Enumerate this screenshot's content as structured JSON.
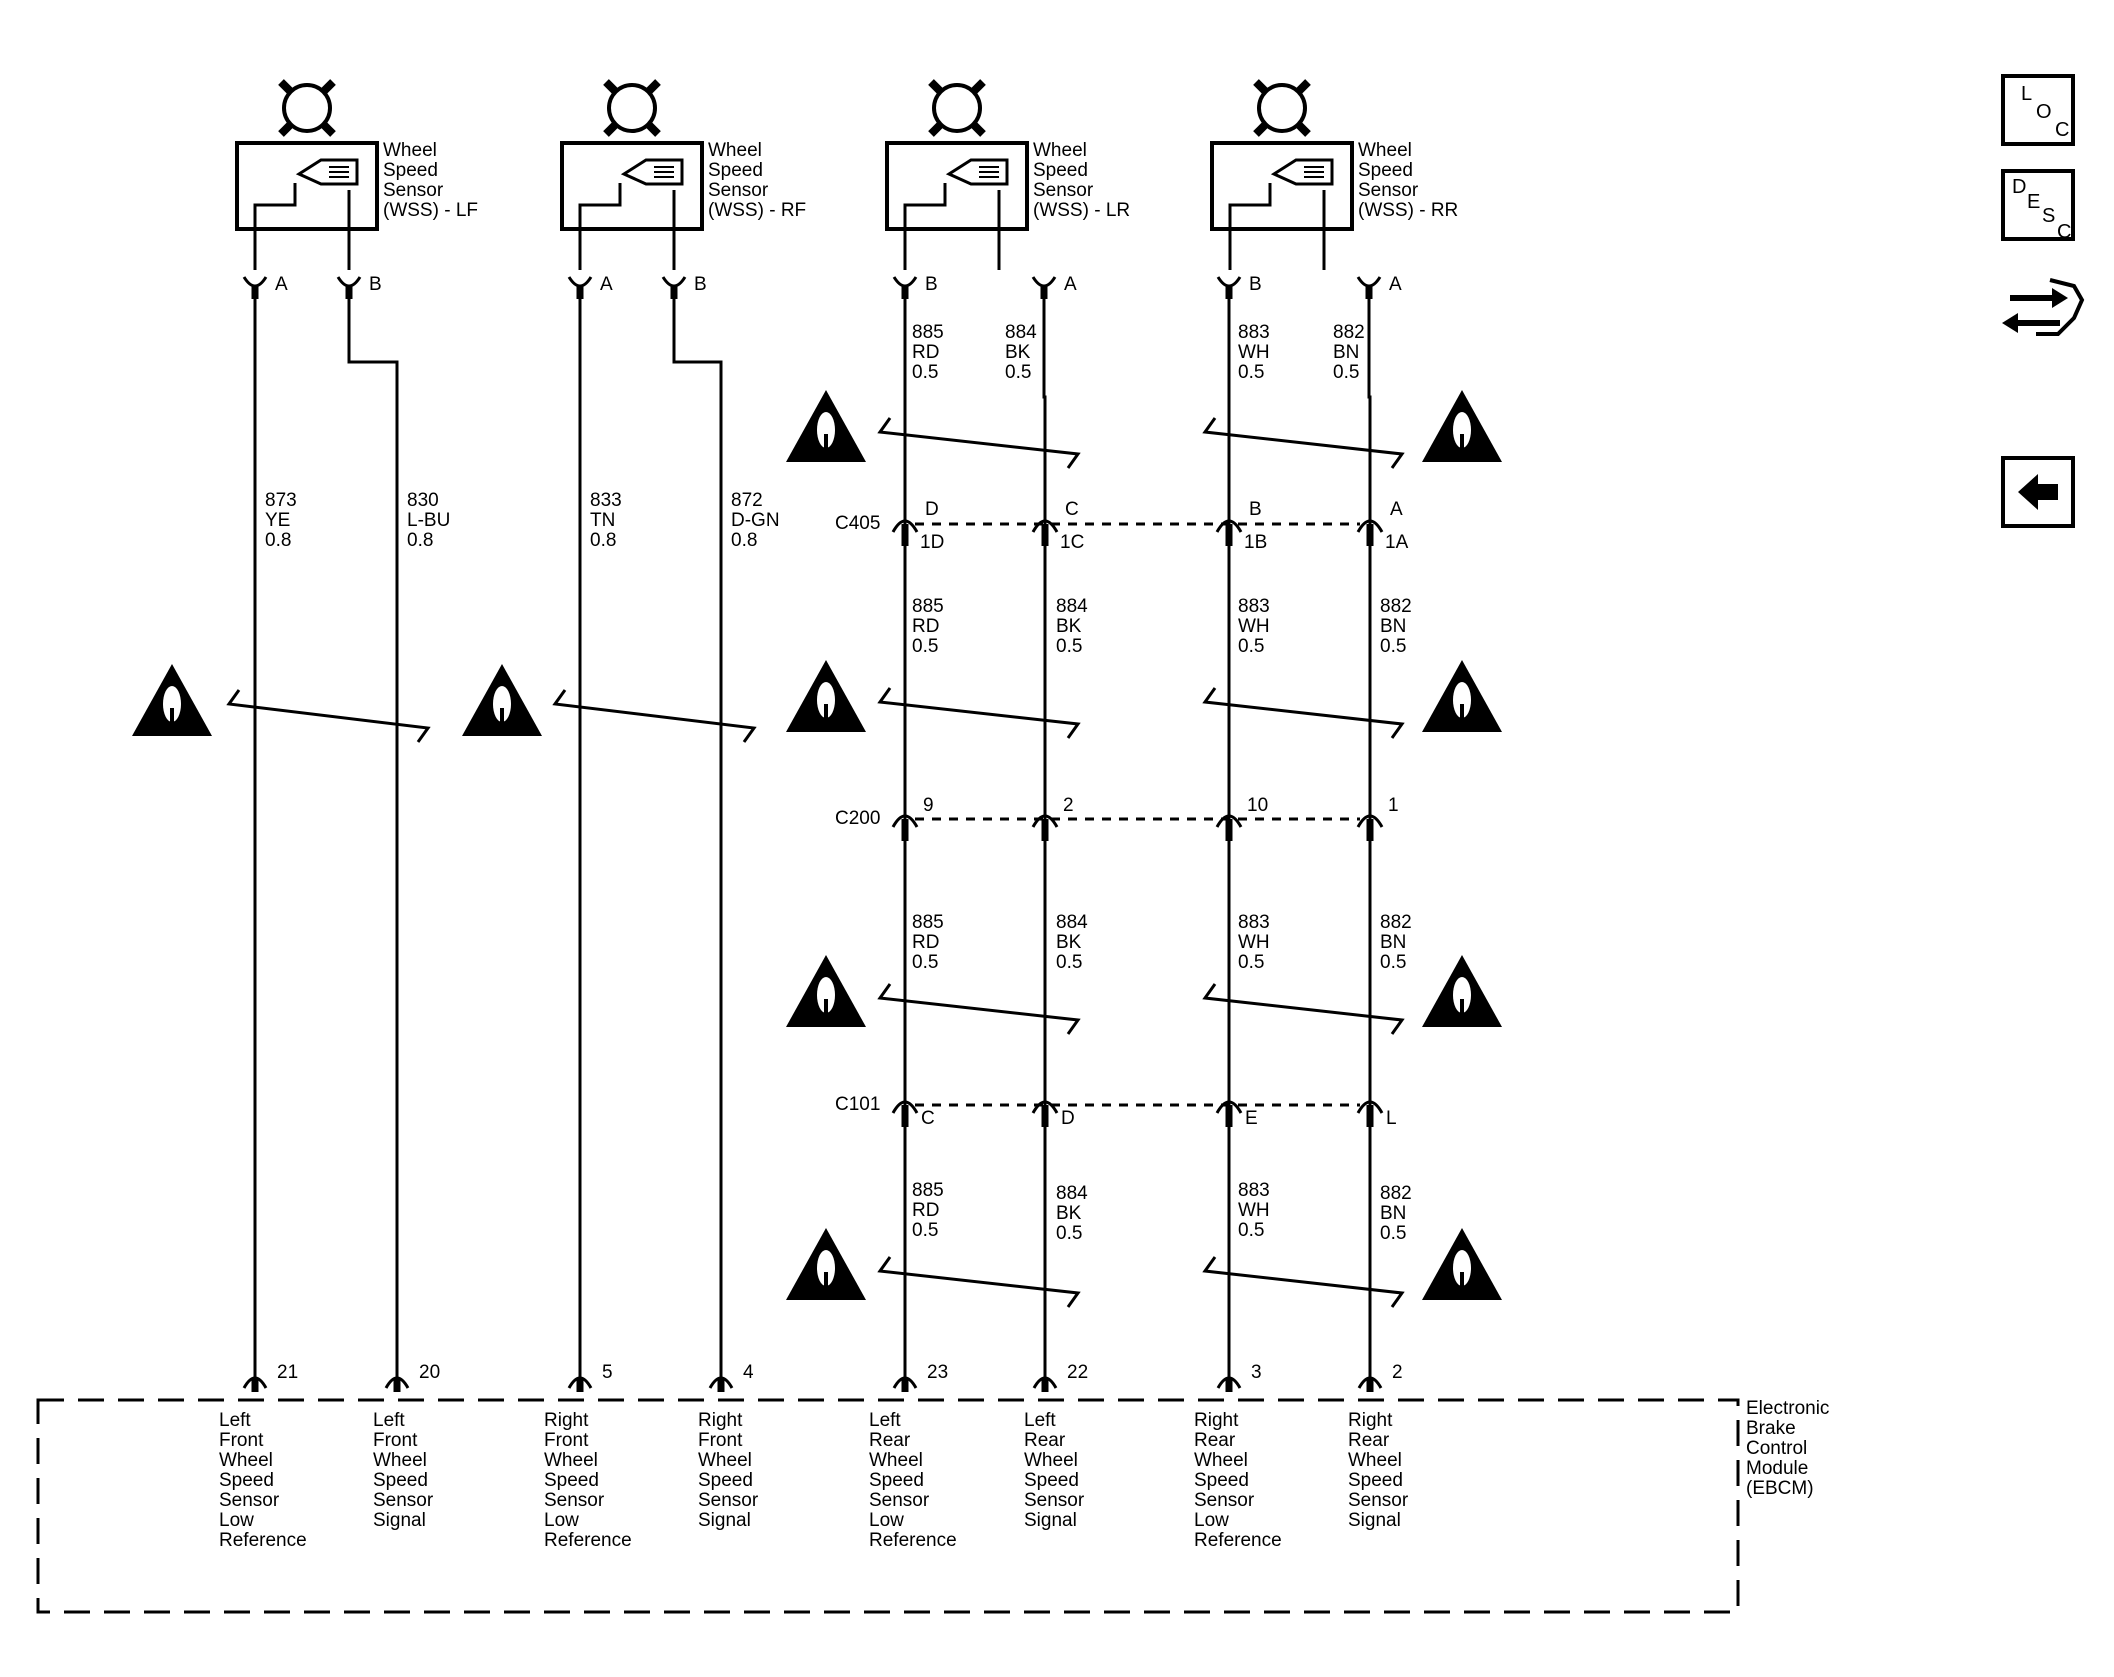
{
  "sensors": [
    {
      "label": [
        "Wheel",
        "Speed",
        "Sensor",
        "(WSS) - LF"
      ],
      "pins": [
        "A",
        "B"
      ]
    },
    {
      "label": [
        "Wheel",
        "Speed",
        "Sensor",
        "(WSS) - RF"
      ],
      "pins": [
        "A",
        "B"
      ]
    },
    {
      "label": [
        "Wheel",
        "Speed",
        "Sensor",
        "(WSS) - LR"
      ],
      "pins": [
        "B",
        "A"
      ]
    },
    {
      "label": [
        "Wheel",
        "Speed",
        "Sensor",
        "(WSS) - RR"
      ],
      "pins": [
        "B",
        "A"
      ]
    }
  ],
  "front_wires": [
    {
      "circuit": "873",
      "color": "YE",
      "gauge": "0.8"
    },
    {
      "circuit": "830",
      "color": "L-BU",
      "gauge": "0.8"
    },
    {
      "circuit": "833",
      "color": "TN",
      "gauge": "0.8"
    },
    {
      "circuit": "872",
      "color": "D-GN",
      "gauge": "0.8"
    }
  ],
  "rear_wires": [
    {
      "circuit": "885",
      "color": "RD",
      "gauge": "0.5"
    },
    {
      "circuit": "884",
      "color": "BK",
      "gauge": "0.5"
    },
    {
      "circuit": "883",
      "color": "WH",
      "gauge": "0.5"
    },
    {
      "circuit": "882",
      "color": "BN",
      "gauge": "0.5"
    }
  ],
  "connectors": [
    {
      "name": "C405",
      "top_pins": [
        "D",
        "C",
        "B",
        "A"
      ],
      "bottom_pins": [
        "1D",
        "1C",
        "1B",
        "1A"
      ]
    },
    {
      "name": "C200",
      "pins": [
        "9",
        "2",
        "10",
        "1"
      ]
    },
    {
      "name": "C101",
      "pins": [
        "C",
        "D",
        "E",
        "L"
      ]
    }
  ],
  "module": {
    "name": [
      "Electronic",
      "Brake",
      "Control",
      "Module",
      "(EBCM)"
    ],
    "pins": [
      "21",
      "20",
      "5",
      "4",
      "23",
      "22",
      "3",
      "2"
    ],
    "terminals": [
      [
        "Left",
        "Front",
        "Wheel",
        "Speed",
        "Sensor",
        "Low",
        "Reference"
      ],
      [
        "Left",
        "Front",
        "Wheel",
        "Speed",
        "Sensor",
        "Signal"
      ],
      [
        "Right",
        "Front",
        "Wheel",
        "Speed",
        "Sensor",
        "Low",
        "Reference"
      ],
      [
        "Right",
        "Front",
        "Wheel",
        "Speed",
        "Sensor",
        "Signal"
      ],
      [
        "Left",
        "Rear",
        "Wheel",
        "Speed",
        "Sensor",
        "Low",
        "Reference"
      ],
      [
        "Left",
        "Rear",
        "Wheel",
        "Speed",
        "Sensor",
        "Signal"
      ],
      [
        "Right",
        "Rear",
        "Wheel",
        "Speed",
        "Sensor",
        "Low",
        "Reference"
      ],
      [
        "Right",
        "Rear",
        "Wheel",
        "Speed",
        "Sensor",
        "Signal"
      ]
    ]
  },
  "side_buttons": {
    "loc": [
      "L",
      "O",
      "C"
    ],
    "desc": [
      "D",
      "E",
      "S",
      "C"
    ]
  },
  "icons": {
    "warning": "warning-triangle-icon",
    "wheel": "wheel-icon",
    "sensor": "wheel-speed-sensor-icon",
    "connections": "connector-swap-icon",
    "back": "back-arrow-icon"
  }
}
